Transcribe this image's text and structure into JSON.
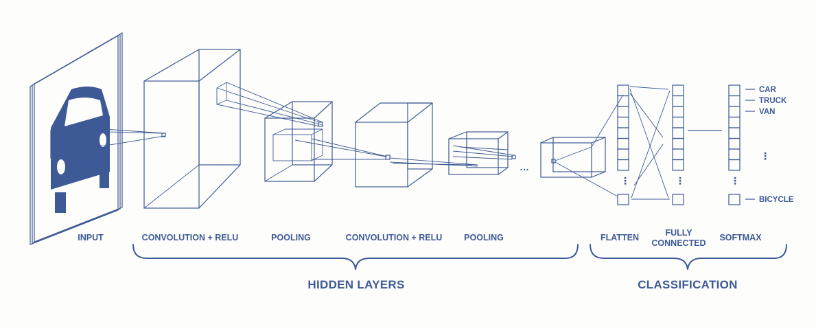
{
  "stages": {
    "input": "INPUT",
    "conv1": "CONVOLUTION + RELU",
    "pool1": "POOLING",
    "conv2": "CONVOLUTION + RELU",
    "pool2": "POOLING",
    "flatten": "FLATTEN",
    "fc_line1": "FULLY",
    "fc_line2": "CONNECTED",
    "softmax": "SOFTMAX"
  },
  "groups": {
    "hidden": "HIDDEN LAYERS",
    "classification": "CLASSIFICATION"
  },
  "classes": [
    "CAR",
    "TRUCK",
    "VAN",
    "BICYCLE"
  ],
  "ellipsis": "…",
  "vertical_ellipsis": "⋮",
  "colors": {
    "ink": "#3d5a96",
    "background": "#fdfdfb"
  }
}
